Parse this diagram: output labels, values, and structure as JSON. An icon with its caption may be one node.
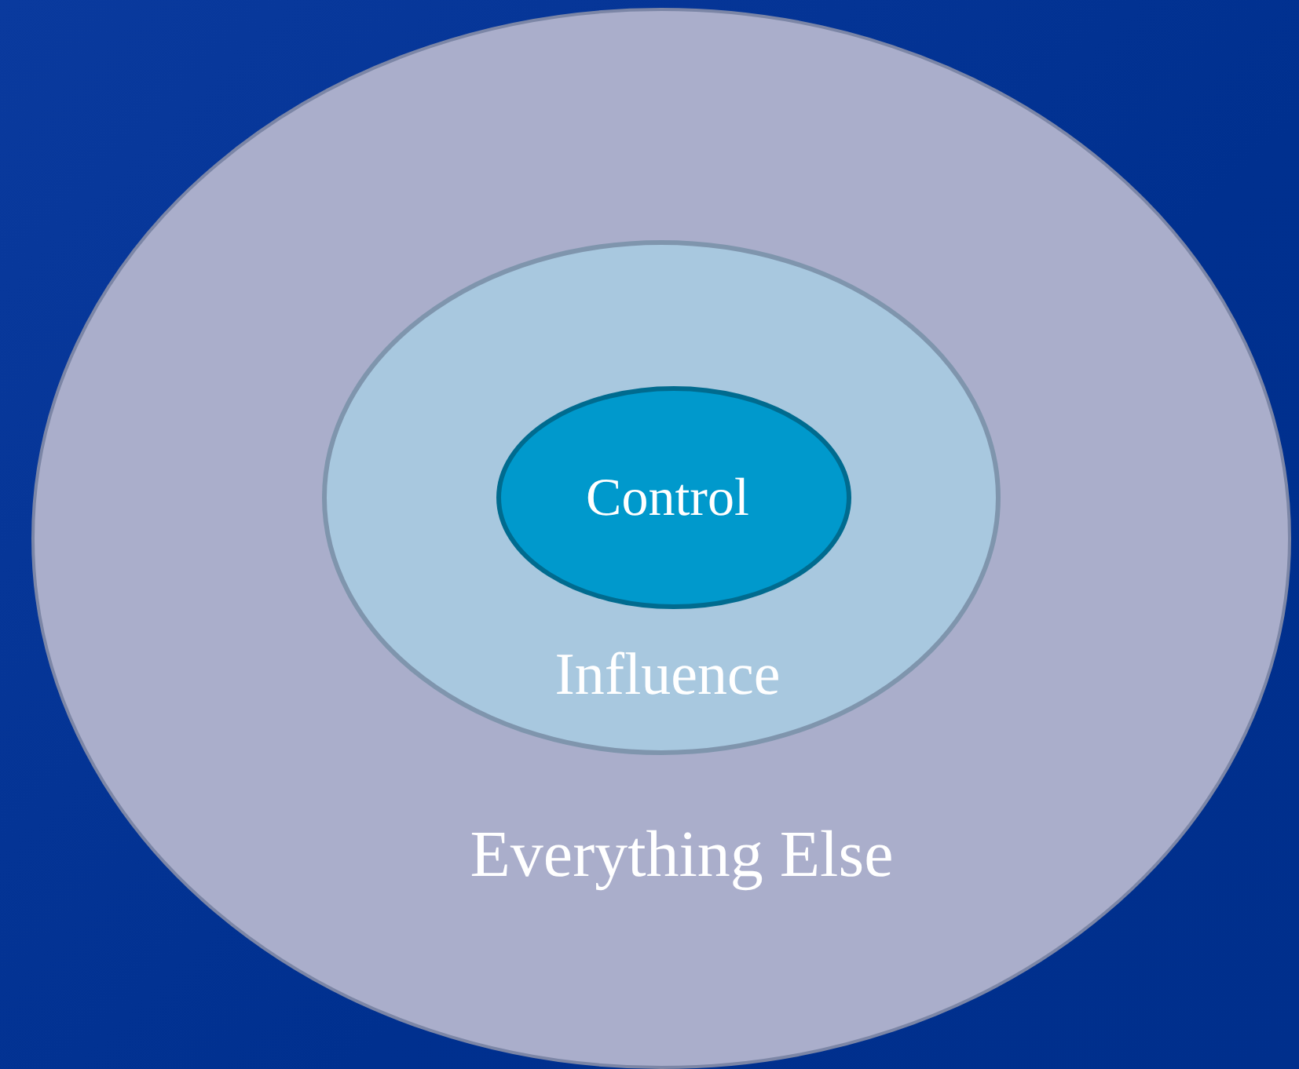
{
  "diagram": {
    "nodes": [
      {
        "text": [
          "Everything Else"
        ]
      },
      {
        "text": [
          "Influence"
        ],
        "in": 0
      },
      {
        "text": [
          "Control"
        ],
        "in": 1
      }
    ]
  }
}
